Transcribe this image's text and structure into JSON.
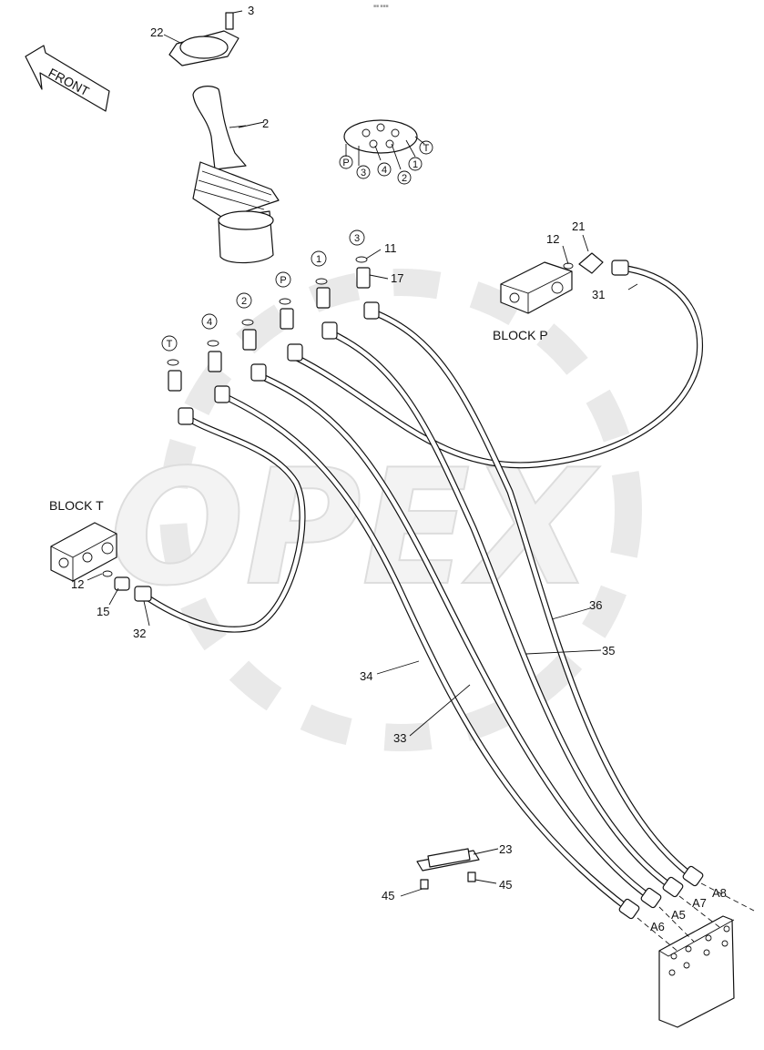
{
  "watermark": "OPEX",
  "front_arrow_label": "FRONT",
  "block_p_label": "BLOCK  P",
  "block_t_label": "BLOCK  T",
  "port_markers": [
    "T",
    "4",
    "2",
    "P",
    "1",
    "3"
  ],
  "legend_markers": [
    "P",
    "3",
    "4",
    "2",
    "1",
    "T"
  ],
  "part_numbers": {
    "n3": "3",
    "n22": "22",
    "n2": "2",
    "n11": "11",
    "n17": "17",
    "n21": "21",
    "n12_top": "12",
    "n31": "31",
    "n12_bottom": "12",
    "n15": "15",
    "n32": "32",
    "n36": "36",
    "n35": "35",
    "n34": "34",
    "n33": "33",
    "n23": "23",
    "n45_left": "45",
    "n45_right": "45"
  },
  "port_labels": {
    "a8": "A8",
    "a7": "A7",
    "a5": "A5",
    "a6": "A6"
  }
}
